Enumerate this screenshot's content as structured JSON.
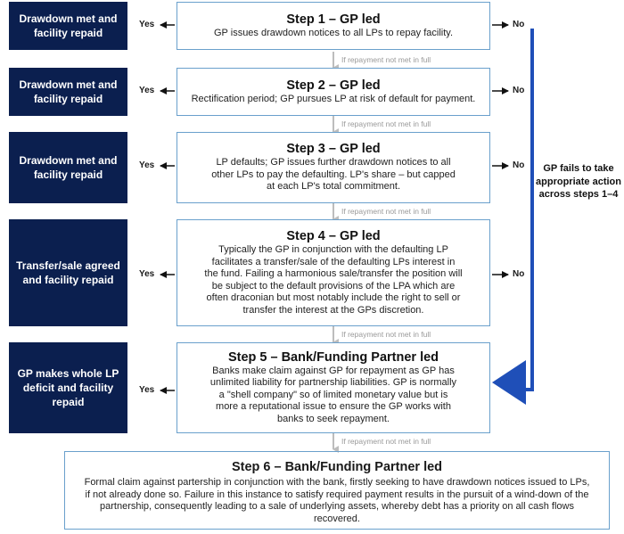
{
  "outcomes": [
    "Drawdown met and facility repaid",
    "Drawdown met and facility repaid",
    "Drawdown met and facility repaid",
    "Transfer/sale agreed and facility repaid",
    "GP makes whole LP deficit and facility repaid"
  ],
  "steps": [
    {
      "title": "Step 1 – GP led",
      "text": "GP issues drawdown notices to all LPs to repay facility."
    },
    {
      "title": "Step 2 – GP led",
      "text": "Rectification period; GP pursues LP at risk of default for payment."
    },
    {
      "title": "Step 3 – GP led",
      "text": "LP defaults; GP issues further drawdown notices to all other LPs to pay the defaulting. LP's share – but capped at each LP's total commitment."
    },
    {
      "title": "Step 4 – GP led",
      "text": "Typically the GP in conjunction with the defaulting LP facilitates a transfer/sale of the defaulting LPs interest in the fund. Failing a harmonious sale/transfer the position will be subject to the default provisions of the LPA which are often draconian but most notably include the right to sell or transfer the interest at the GPs discretion."
    },
    {
      "title": "Step 5 – Bank/Funding Partner led",
      "text": "Banks make claim against GP for repayment as GP has unlimited liability for partnership liabilities. GP is normally a \"shell company\" so of limited monetary value but is more a reputational issue to ensure the GP works with banks to seek repayment."
    }
  ],
  "step6": {
    "title": "Step 6 – Bank/Funding Partner led",
    "text": "Formal claim against partership in conjunction with the bank, firstly seeking to have drawdown notices issued to LPs, if not already done so. Failure in this instance to satisfy required payment results in the pursuit of a wind-down of the partnership, consequently leading to a sale of underlying assets, whereby debt has a priority on all cash flows recovered."
  },
  "labels": {
    "yes": "Yes",
    "no": "No",
    "condition": "If repayment not met in full",
    "side_note": "GP fails to take appropriate action across steps 1–4"
  },
  "colors": {
    "navy": "#0b1f4f",
    "blue": "#1f4fb8",
    "box_border": "#6aa0cc"
  }
}
